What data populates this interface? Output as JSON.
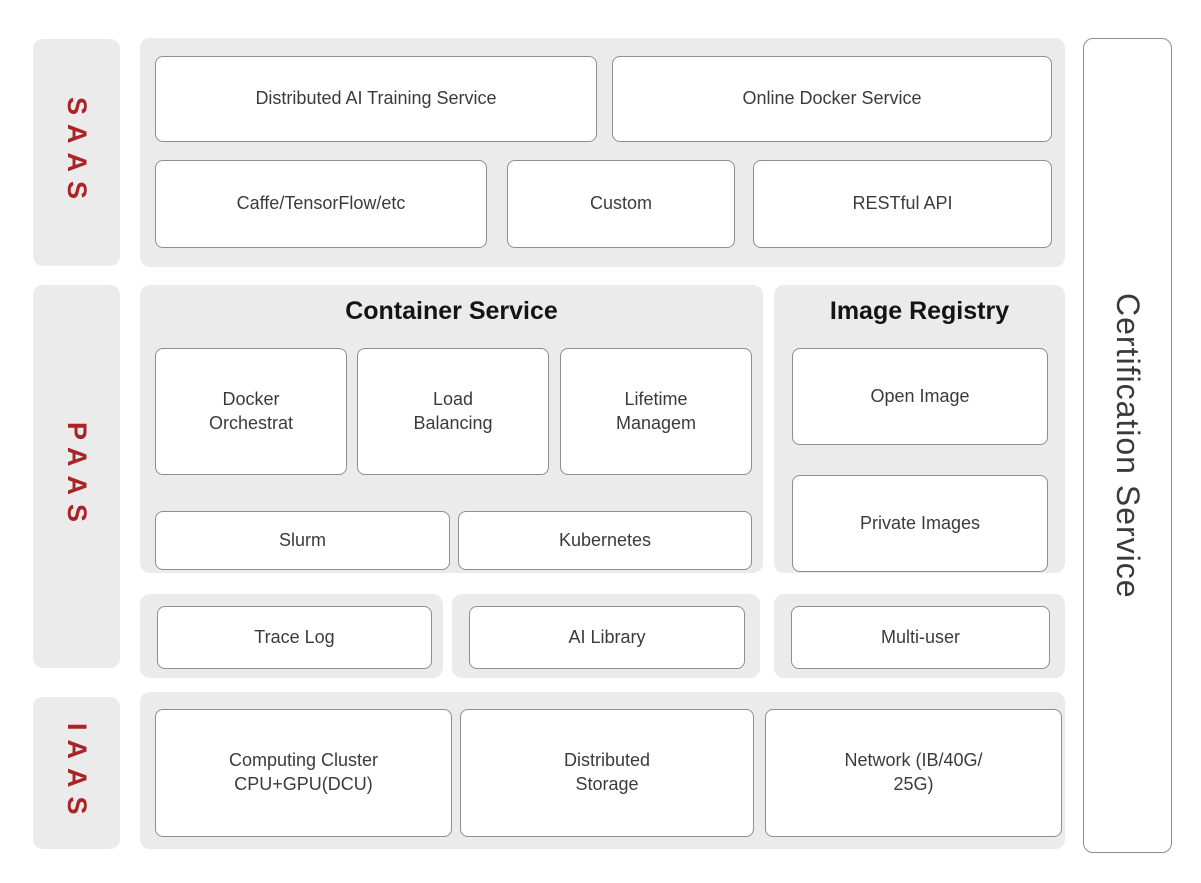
{
  "colors": {
    "layer_label_red": "#a92327",
    "panel_gray": "#ebebeb",
    "box_border": "#8e8e8e",
    "box_text": "#3b3b3b",
    "heading_text": "#141414"
  },
  "layers": {
    "saas": {
      "label": "SAAS",
      "boxes": {
        "distributed_ai": "Distributed AI Training Service",
        "online_docker": "Online Docker Service",
        "caffe": "Caffe/TensorFlow/etc",
        "custom": "Custom",
        "restful_api": "RESTful API"
      }
    },
    "paas": {
      "label": "PAAS",
      "container_service": {
        "title": "Container Service",
        "boxes": {
          "docker_orchestrat": [
            "Docker",
            "Orchestrat"
          ],
          "load_balancing": [
            "Load",
            "Balancing"
          ],
          "lifetime_managem": [
            "Lifetime",
            "Managem"
          ],
          "slurm": "Slurm",
          "kubernetes": "Kubernetes"
        }
      },
      "image_registry": {
        "title": "Image Registry",
        "boxes": {
          "open_image": "Open Image",
          "private_images": "Private Images"
        }
      },
      "addons": {
        "trace_log": "Trace Log",
        "ai_library": "AI Library",
        "multi_user": "Multi-user"
      }
    },
    "iaas": {
      "label": "IAAS",
      "boxes": {
        "computing_cluster": [
          "Computing Cluster",
          "CPU+GPU(DCU)"
        ],
        "distributed_storage": [
          "Distributed",
          "Storage"
        ],
        "network": [
          "Network (IB/40G/",
          "25G)"
        ]
      }
    }
  },
  "certification": {
    "label": "Certification Service"
  }
}
